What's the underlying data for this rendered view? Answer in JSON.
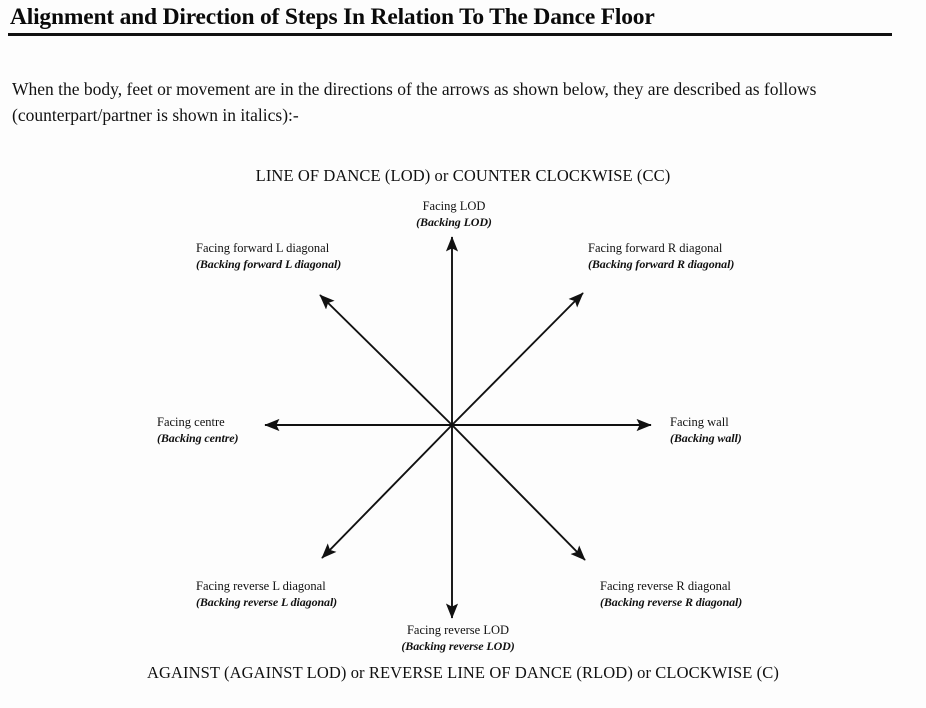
{
  "document": {
    "title": "Alignment and Direction of Steps In Relation To The Dance Floor",
    "intro": "When the body, feet or movement are in the directions of the arrows as shown below, they are described as follows (counterpart/partner is shown in italics):-"
  },
  "diagram": {
    "top_caption": "LINE OF DANCE (LOD) or COUNTER CLOCKWISE (CC)",
    "bottom_caption": "AGAINST (AGAINST LOD) or REVERSE LINE OF DANCE (RLOD) or CLOCKWISE (C)",
    "directions": [
      {
        "key": "north",
        "facing": "Facing LOD",
        "backing": "(Backing LOD)"
      },
      {
        "key": "northwest",
        "facing": "Facing forward L diagonal",
        "backing": "(Backing forward L diagonal)"
      },
      {
        "key": "northeast",
        "facing": "Facing forward R diagonal",
        "backing": "(Backing forward R diagonal)"
      },
      {
        "key": "west",
        "facing": "Facing centre",
        "backing": "(Backing centre)"
      },
      {
        "key": "east",
        "facing": "Facing wall",
        "backing": "(Backing wall)"
      },
      {
        "key": "southwest",
        "facing": "Facing reverse L diagonal",
        "backing": "(Backing reverse L diagonal)"
      },
      {
        "key": "southeast",
        "facing": "Facing reverse R diagonal",
        "backing": "(Backing reverse R diagonal)"
      },
      {
        "key": "south",
        "facing": "Facing reverse LOD",
        "backing": "(Backing reverse LOD)"
      }
    ],
    "colors": {
      "ink": "#111111",
      "paper": "#fdfdfd"
    }
  }
}
